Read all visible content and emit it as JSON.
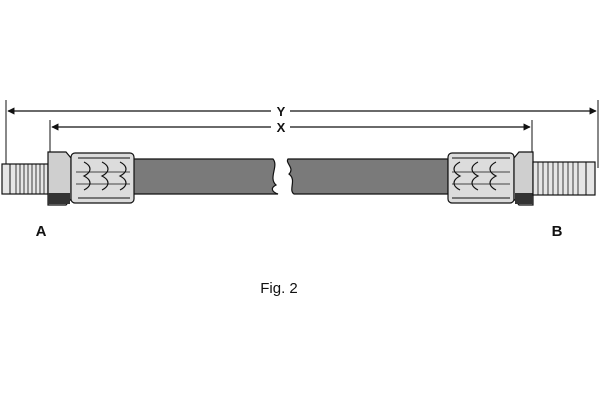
{
  "diagram": {
    "dimension_overall": "Y",
    "dimension_hose": "X",
    "end_left": "A",
    "end_right": "B",
    "caption": "Fig. 2"
  },
  "colors": {
    "line": "#111111",
    "hose_fill": "#7a7a7a",
    "fitting_fill": "#dcdcdc",
    "nut_fill": "#cfcfcf",
    "background": "#ffffff"
  }
}
